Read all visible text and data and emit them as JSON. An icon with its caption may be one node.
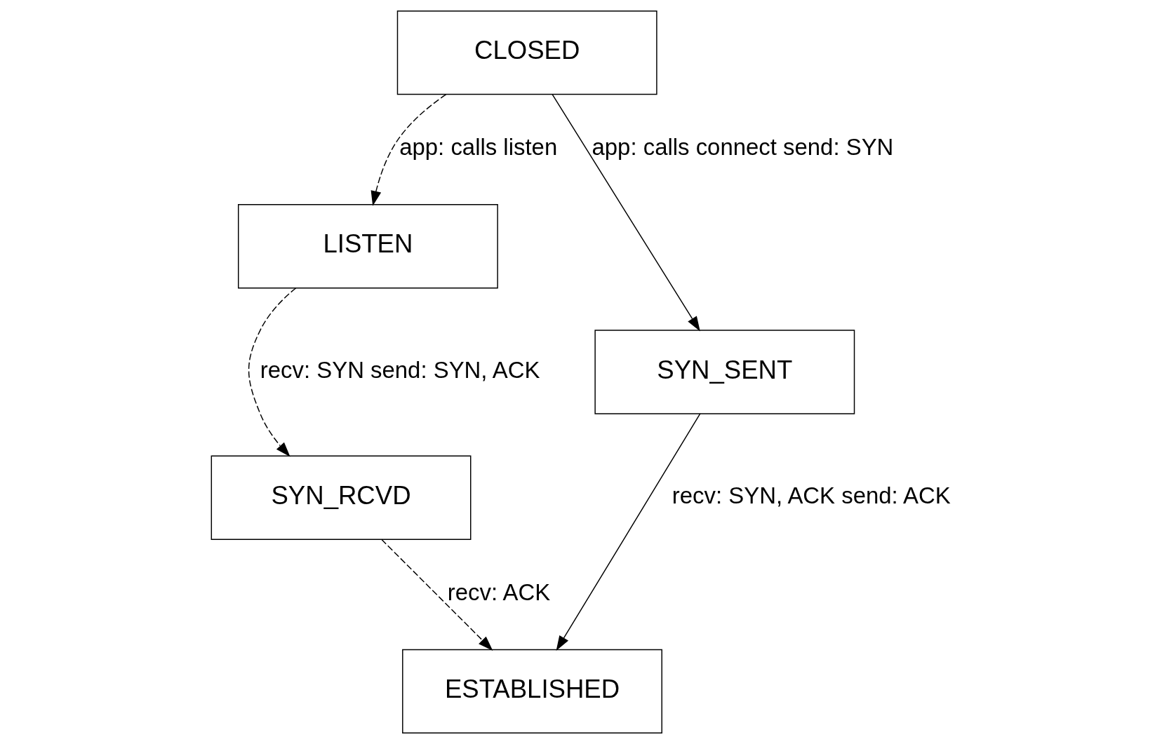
{
  "diagram": {
    "nodes": [
      {
        "text": [
          "CLOSED"
        ]
      },
      {
        "text": [
          "LISTEN"
        ]
      },
      {
        "text": [
          "SYN_RCVD"
        ]
      },
      {
        "text": [
          "SYN_SENT"
        ]
      },
      {
        "text": [
          "ESTABLISHED"
        ]
      }
    ],
    "edges": [
      {
        "from": 0,
        "to": 1,
        "arrow": "to",
        "style": "dashed",
        "label": "app: calls listen"
      },
      {
        "from": 0,
        "to": 3,
        "arrow": "to",
        "label": "app: calls connect send: SYN"
      },
      {
        "from": 1,
        "to": 2,
        "arrow": "to",
        "style": "dashed",
        "label": "recv: SYN send: SYN, ACK"
      },
      {
        "from": 2,
        "to": 4,
        "arrow": "to",
        "style": "dashed",
        "label": "recv: ACK"
      },
      {
        "from": 3,
        "to": 4,
        "arrow": "to",
        "label": "recv: SYN, ACK send: ACK"
      }
    ]
  }
}
